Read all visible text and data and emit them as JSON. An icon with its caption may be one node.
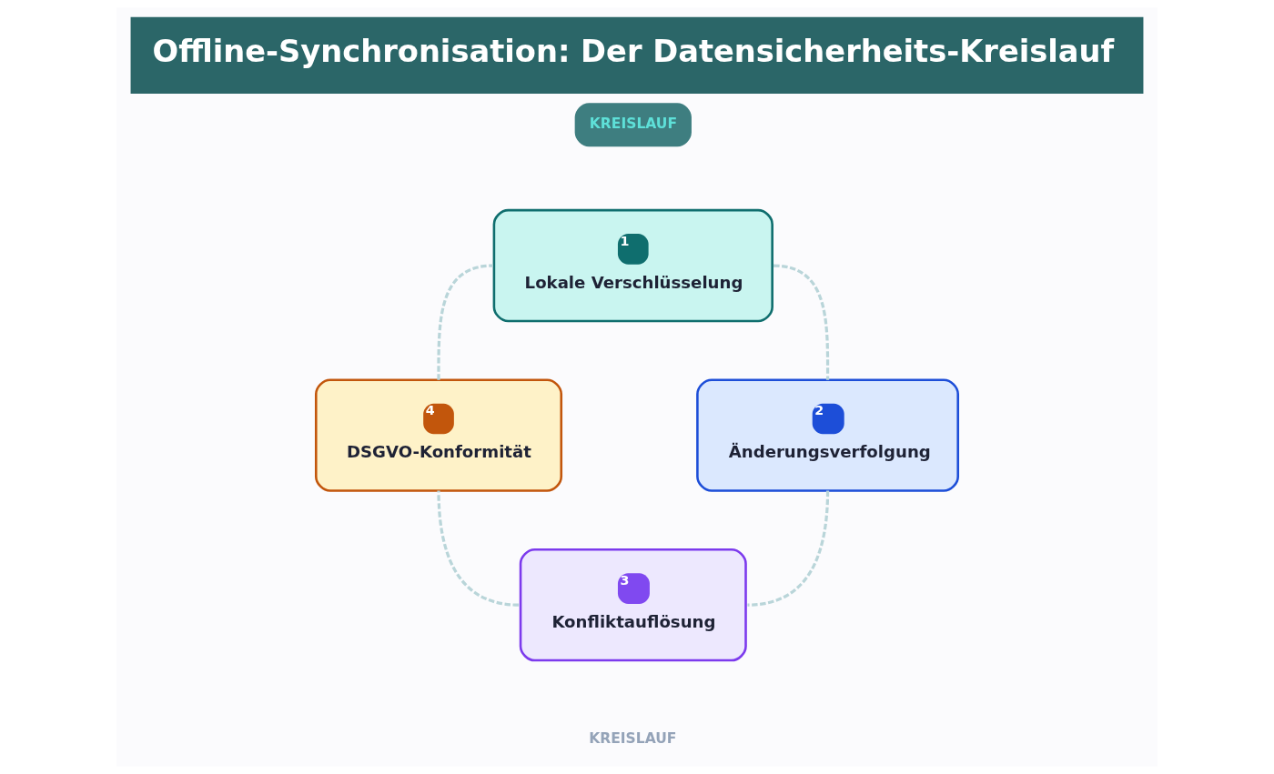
{
  "diagram": {
    "title": "Offline-Synchronisation: Der Datensicherheits-Kreislauf",
    "nodes": [
      {
        "text": [
          "1",
          "Lokale Verschlüsselung"
        ]
      },
      {
        "text": [
          "2",
          "Änderungsverfolgung"
        ]
      },
      {
        "text": [
          "3",
          "Konfliktauflösung"
        ]
      },
      {
        "text": [
          "4",
          "DSGVO-Konformität"
        ]
      }
    ],
    "edges": [
      {
        "from": 0,
        "to": 1,
        "arrow": "none",
        "style": "dashed"
      },
      {
        "from": 1,
        "to": 2,
        "arrow": "none",
        "style": "dashed"
      },
      {
        "from": 2,
        "to": 3,
        "arrow": "none",
        "style": "dashed"
      },
      {
        "from": 3,
        "to": 0,
        "arrow": "none",
        "style": "dashed"
      }
    ],
    "labels": [
      "KREISLAUF",
      "KREISLAUF"
    ]
  }
}
